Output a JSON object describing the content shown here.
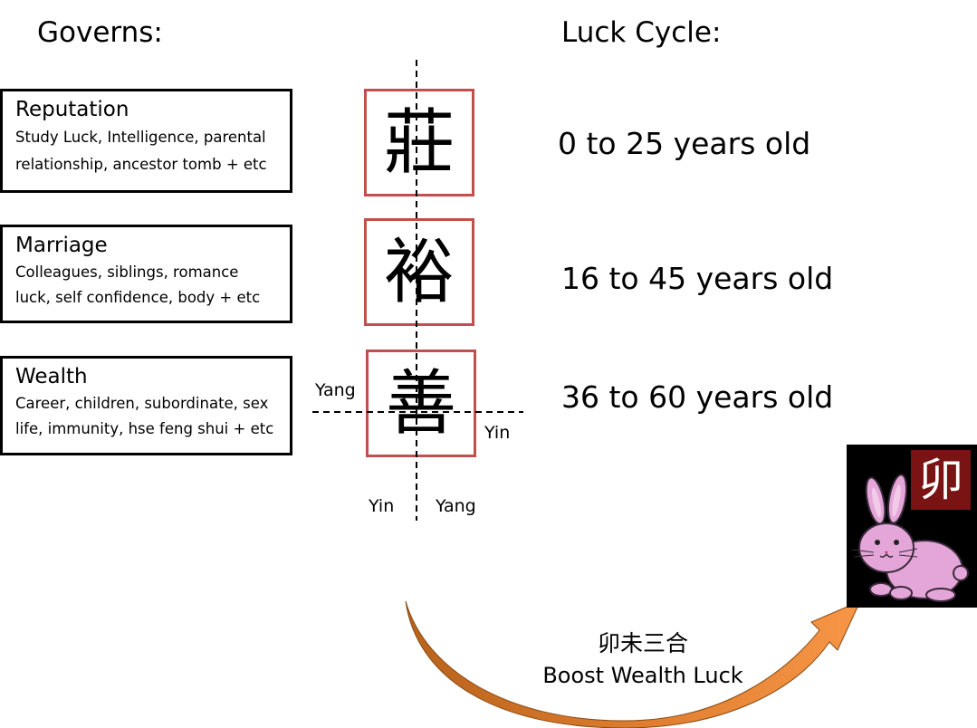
{
  "headings": {
    "governs": "Governs:",
    "luck_cycle": "Luck Cycle:"
  },
  "categories": [
    {
      "title": "Reputation",
      "lines": [
        "Study Luck, Intelligence, parental",
        "relationship, ancestor tomb + etc"
      ]
    },
    {
      "title": "Marriage",
      "lines": [
        "Colleagues, siblings, romance",
        "luck, self confidence, body + etc"
      ]
    },
    {
      "title": "Wealth",
      "lines": [
        "Career, children, subordinate, sex",
        "life, immunity, hse feng shui + etc"
      ]
    }
  ],
  "characters": [
    "莊",
    "裕",
    "善"
  ],
  "luck_cycle": [
    "0 to 25 years old",
    "16 to 45 years old",
    "36 to 60 years old"
  ],
  "yin_yang": {
    "left": "Yang",
    "right": "Yin",
    "bottom_left": "Yin",
    "bottom_right": "Yang"
  },
  "boost": {
    "chinese": "卯未三合",
    "english": "Boost Wealth Luck"
  },
  "zodiac": {
    "seal_char": "卯",
    "icon": "rabbit-icon"
  },
  "colors": {
    "char_border": "#c0504d",
    "arrow_dark": "#b8621b",
    "arrow_light": "#f79646",
    "seal": "#7a1414",
    "rabbit": "#e4a6d9"
  }
}
